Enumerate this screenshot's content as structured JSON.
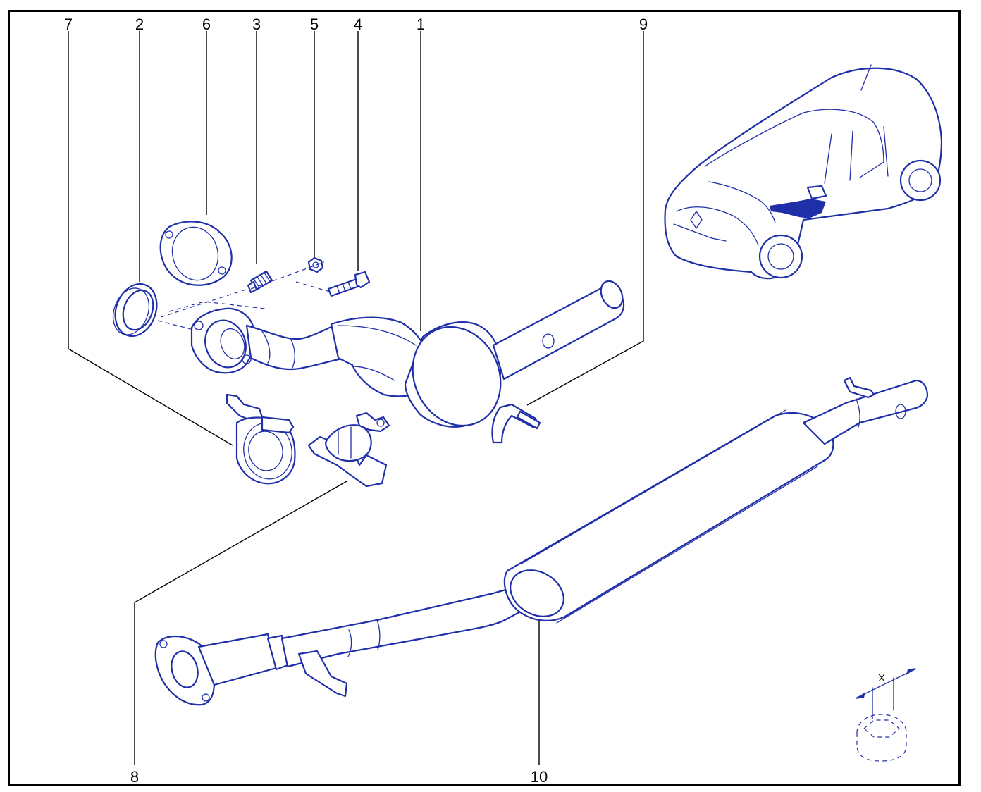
{
  "callouts": {
    "c7": "7",
    "c2": "2",
    "c6": "6",
    "c3": "3",
    "c5": "5",
    "c4": "4",
    "c1": "1",
    "c9": "9",
    "c8": "8",
    "c10": "10"
  },
  "torque_symbol_label": "X",
  "colors": {
    "line_art": "#1f2fa8",
    "callout_text": "#000000",
    "frame": "#000000",
    "highlight": "#1f2fa8"
  }
}
